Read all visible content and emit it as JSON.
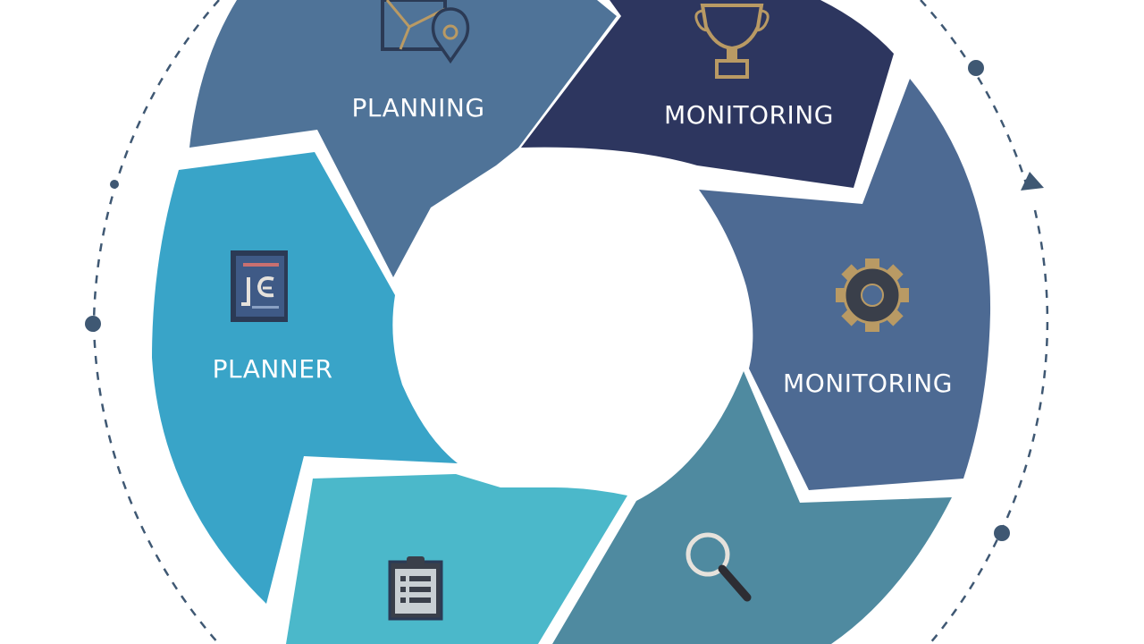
{
  "diagram": {
    "segments": [
      {
        "id": "planning",
        "label": "PLANNING",
        "icon": "map-pin-icon",
        "color": "#4f7398"
      },
      {
        "id": "monitoring-top",
        "label": "MONITORING",
        "icon": "trophy-icon",
        "color": "#2d365f"
      },
      {
        "id": "monitoring-right",
        "label": "MONITORING",
        "icon": "gear-icon",
        "color": "#4d6a93"
      },
      {
        "id": "search",
        "label": "",
        "icon": "magnifier-icon",
        "color": "#4f8aa0"
      },
      {
        "id": "checklist",
        "label": "",
        "icon": "clipboard-icon",
        "color": "#4bb8ca"
      },
      {
        "id": "planner",
        "label": "PLANNER",
        "icon": "notebook-icon",
        "color": "#39a4c8"
      }
    ],
    "ring_color": "#3f5873",
    "icon_gold": "#b99a64",
    "icon_dark": "#2b3a55"
  }
}
